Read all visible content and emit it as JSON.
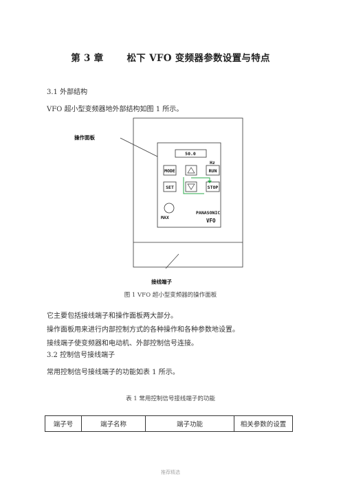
{
  "doc": {
    "title_chapter": "第 3 章",
    "title_text": "松下 VFO 变频器参数设置与特点",
    "sec_3_1": "3.1 外部结构",
    "para_intro": "VFO 超小型变频器地外部结构如图 1 所示。",
    "fig1_caption": "图 1  VFO 超小型变频器的操作面板",
    "body_line1": "它主要包括接线端子和操作面板两大部分。",
    "body_line2": "操作面板用来进行内部控制方式的各种操作和各种参数地设置。",
    "body_line3": "接线端子使变频器和电动机、外部控制信号连接。",
    "sec_3_2": "3.2  控制信号接线端子",
    "para_table_intro": "常用控制信号接线端子的功能如表 1 所示。",
    "table1_caption": "表 1  常用控制信号接线端子的功能",
    "table_headers": [
      "端子号",
      "端子名称",
      "端子功能",
      "相关参数的设置"
    ],
    "footer": "推荐精选"
  },
  "figure": {
    "label_panel": "操作面板",
    "label_terminal": "接线端子",
    "display_value": "50.0",
    "unit_label": "Hz",
    "btn_mode": "MODE",
    "btn_run": "RUN",
    "btn_set": "SET",
    "btn_stop": "STOP",
    "knob_label": "MAX",
    "brand_small": "PANASONIC",
    "brand_model": "VFO",
    "accent_color": "#2aa84a"
  }
}
